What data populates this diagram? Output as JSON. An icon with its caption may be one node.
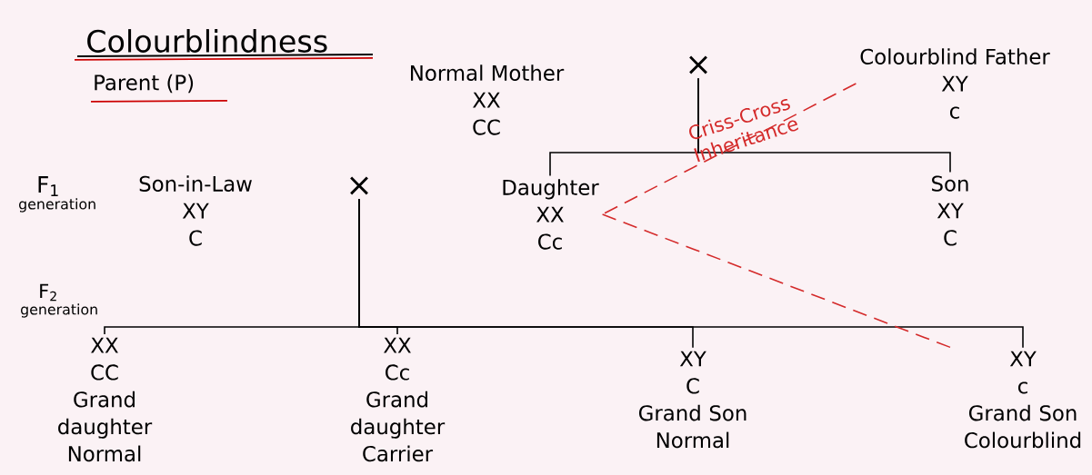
{
  "diagram": {
    "title": "Colourblindness",
    "nodes": [
      {
        "text": [
          "Normal Mother",
          "XX",
          "CC"
        ]
      },
      {
        "text": [
          "×"
        ]
      },
      {
        "text": [
          "Colourblind Father",
          "XY",
          "c"
        ]
      },
      {
        "text": [
          "Son-in-Law",
          "XY",
          "C"
        ]
      },
      {
        "text": [
          "×"
        ]
      },
      {
        "text": [
          "Daughter",
          "XX",
          "Cc"
        ]
      },
      {
        "text": [
          "Son",
          "XY",
          "C"
        ]
      },
      {
        "text": [
          "XX",
          "CC",
          "Grand daughter Normal"
        ]
      },
      {
        "text": [
          "XX",
          "Cc",
          "Grand daughter Carrier"
        ]
      },
      {
        "text": [
          "XY",
          "C",
          "Grand Son Normal"
        ]
      },
      {
        "text": [
          "XY",
          "c",
          "Grand Son Colourblind"
        ]
      }
    ],
    "edges": [
      {
        "from": 1,
        "to": 5,
        "arrow": "none"
      },
      {
        "from": 1,
        "to": 6,
        "arrow": "none"
      },
      {
        "from": 4,
        "to": 7,
        "arrow": "none"
      },
      {
        "from": 4,
        "to": 8,
        "arrow": "none"
      },
      {
        "from": 4,
        "to": 9,
        "arrow": "none"
      },
      {
        "from": 4,
        "to": 10,
        "arrow": "none"
      },
      {
        "from": 2,
        "to": 5,
        "arrow": "none",
        "label": "Criss-Cross Inheritance",
        "style": "dashed",
        "color": "#d42a2a"
      },
      {
        "from": 5,
        "to": 10,
        "arrow": "none",
        "style": "dashed",
        "color": "#d42a2a"
      }
    ],
    "labels": [
      "Parent (P)",
      "F$_{1}$",
      "generation",
      "F$_{2}$",
      "generation"
    ]
  }
}
